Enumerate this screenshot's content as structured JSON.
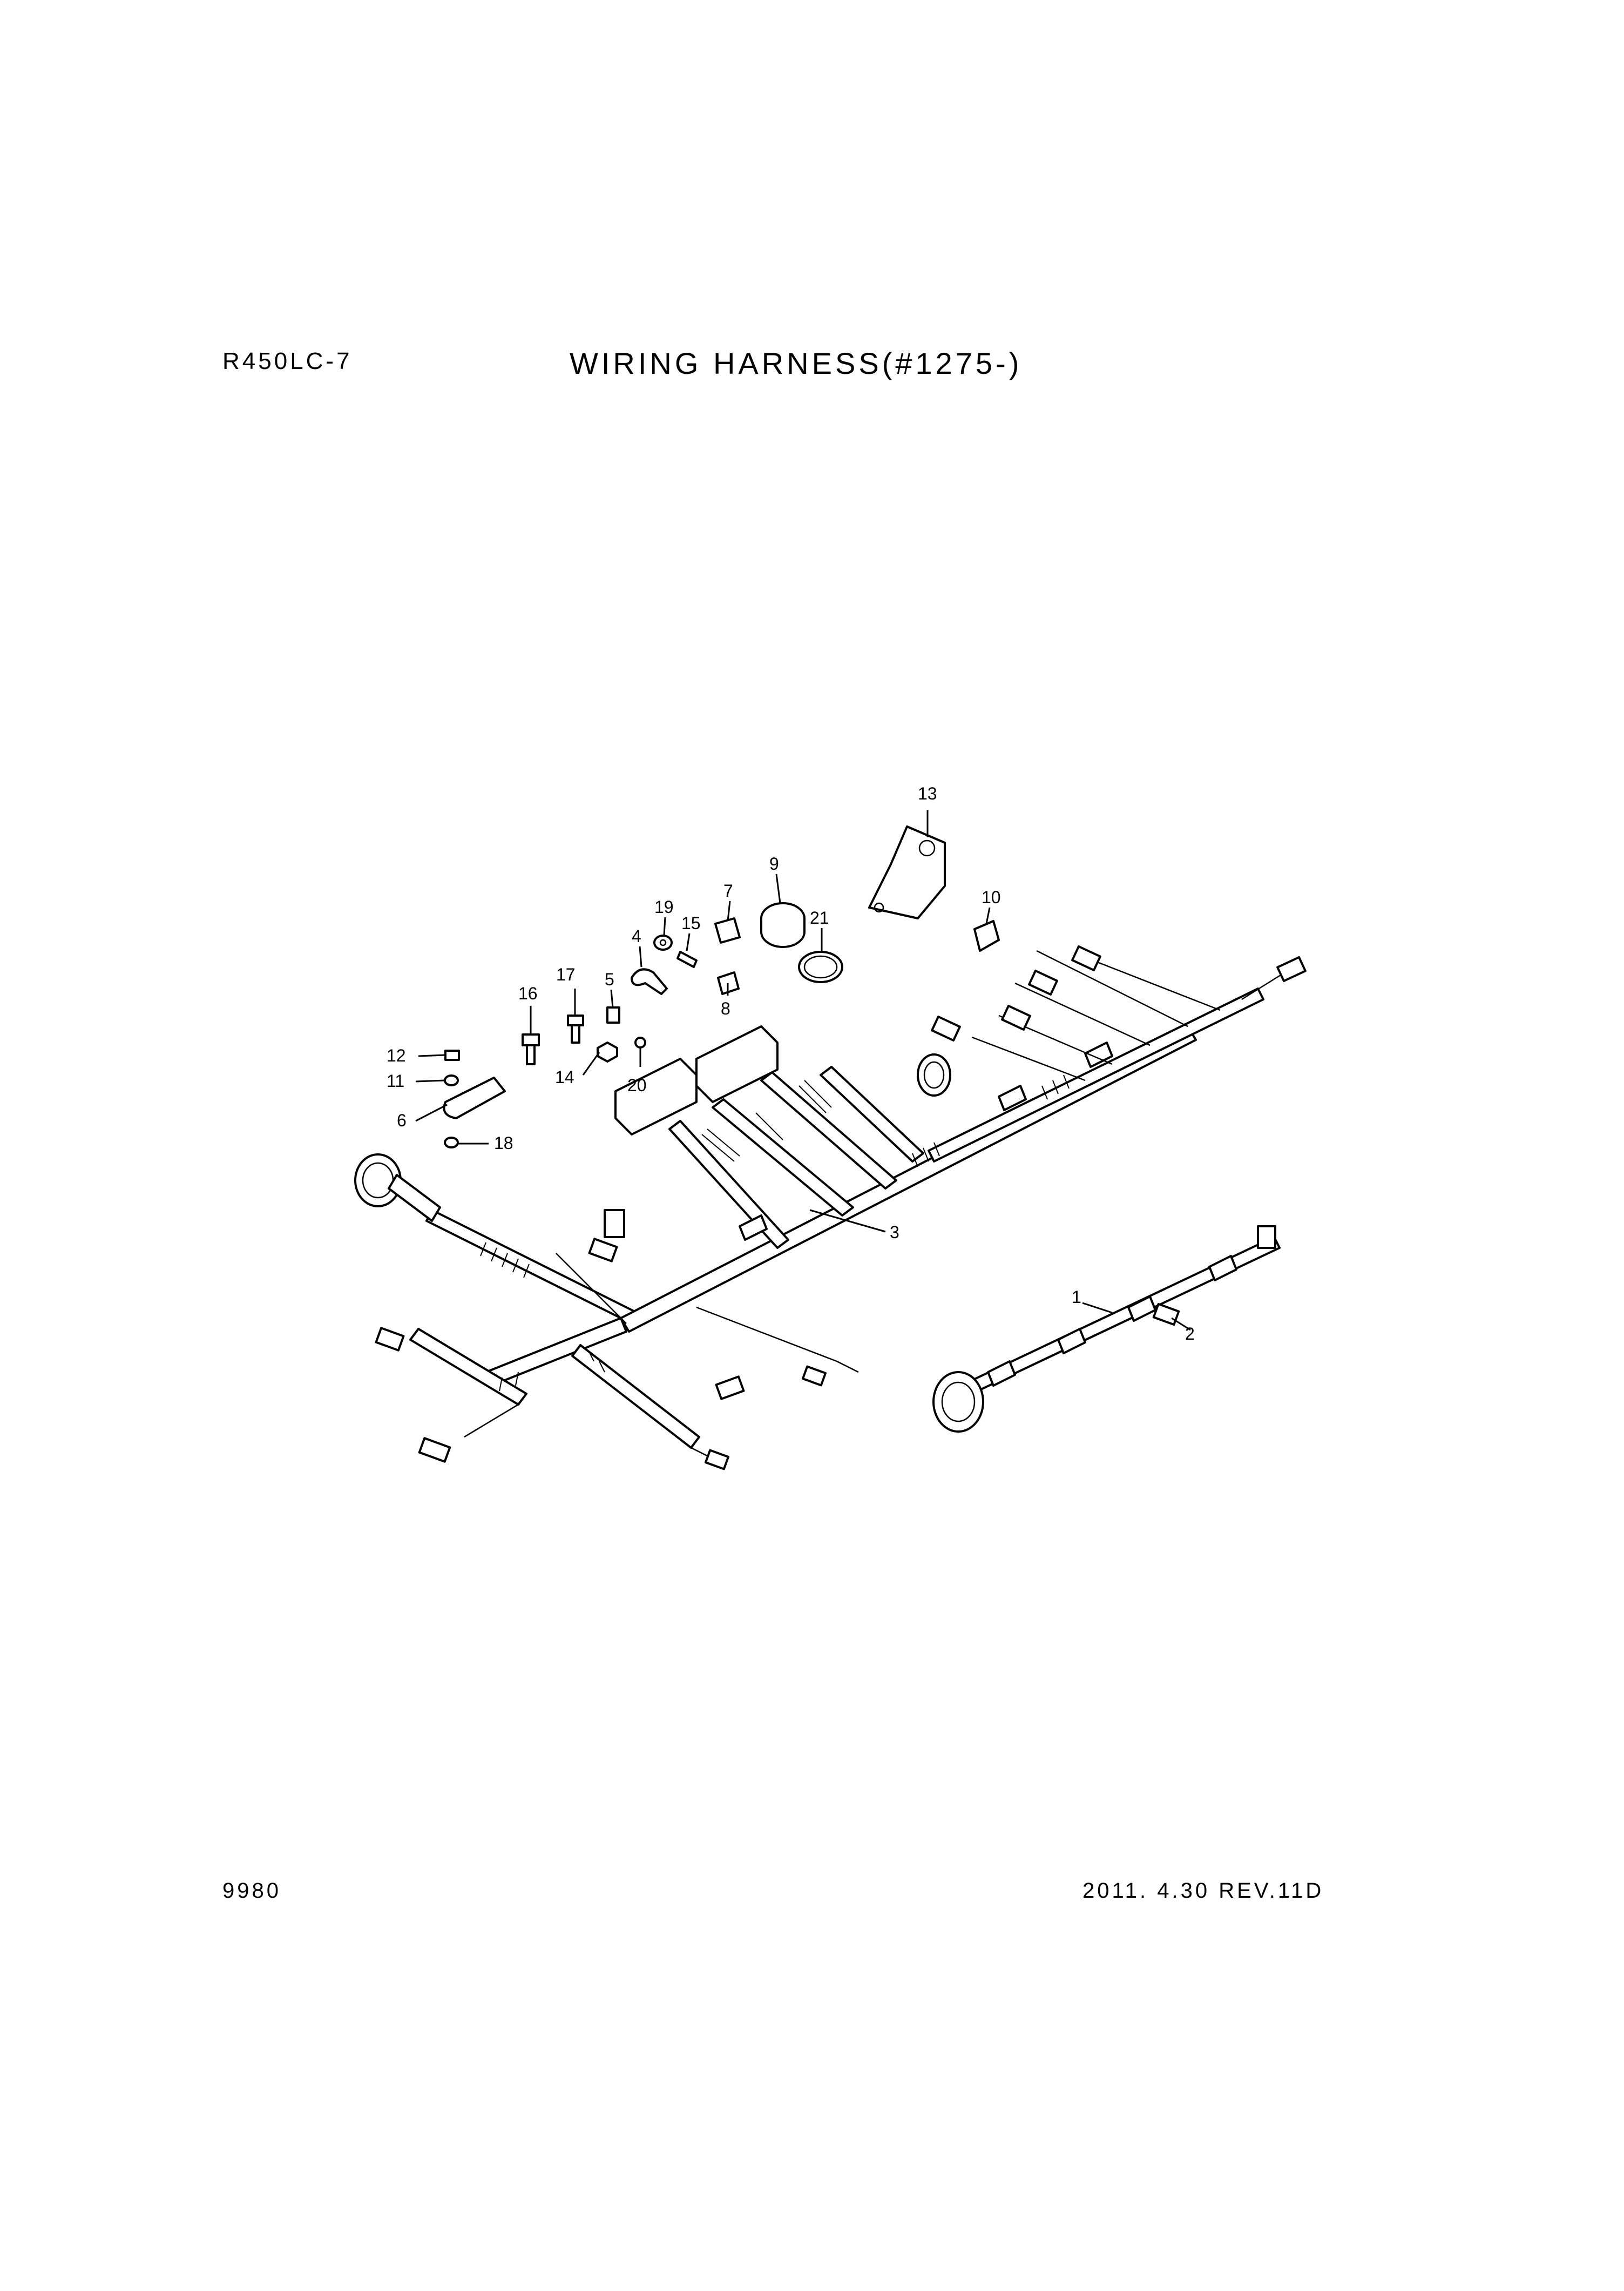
{
  "header": {
    "model": "R450LC-7",
    "title": "WIRING HARNESS(#1275-)"
  },
  "footer": {
    "page_number": "9980",
    "revision": "2011. 4.30  REV.11D"
  },
  "callouts": {
    "c1": "1",
    "c2": "2",
    "c3": "3",
    "c4": "4",
    "c5": "5",
    "c6": "6",
    "c7": "7",
    "c8": "8",
    "c9": "9",
    "c10": "10",
    "c11": "11",
    "c12": "12",
    "c13": "13",
    "c14": "14",
    "c15": "15",
    "c16": "16",
    "c17": "17",
    "c18": "18",
    "c19": "19",
    "c20": "20",
    "c21": "21"
  }
}
